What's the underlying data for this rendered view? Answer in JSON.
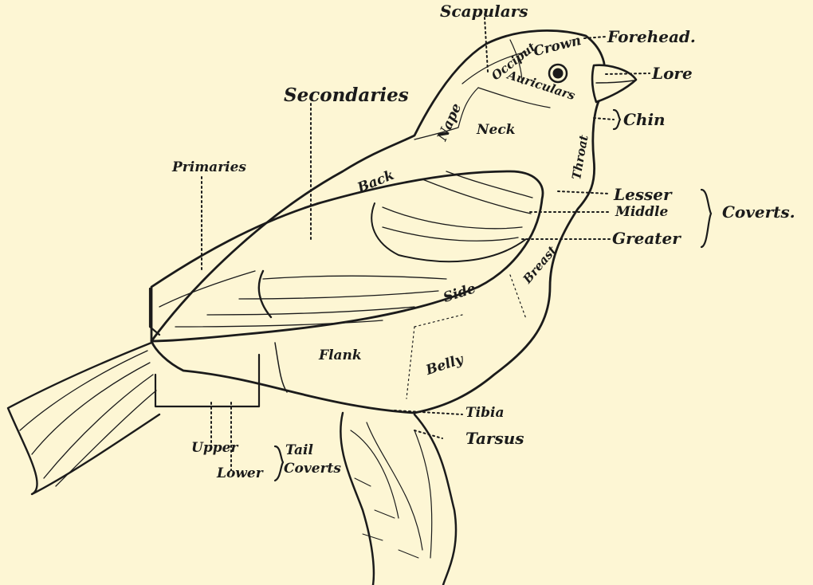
{
  "labels": {
    "scapulars": "Scapulars",
    "forehead": "Forehead.",
    "crown": "Crown",
    "occiput": "Occiput",
    "auriculars": "Auriculars",
    "lore": "Lore",
    "chin": "Chin",
    "secondaries": "Secondaries",
    "nape": "Nape",
    "neck": "Neck",
    "throat": "Throat",
    "primaries": "Primaries",
    "back": "Back",
    "lesser": "Lesser",
    "middle": "Middle",
    "greater": "Greater",
    "coverts": "Coverts.",
    "breast": "Breast",
    "side": "Side",
    "flank": "Flank",
    "belly": "Belly",
    "tibia": "Tibia",
    "tarsus": "Tarsus",
    "upper": "Upper",
    "lower": "Lower",
    "tail": "Tail",
    "tail_coverts": "Coverts"
  },
  "colors": {
    "paper": "#fdf6d4",
    "ink": "#1b1b1b"
  }
}
